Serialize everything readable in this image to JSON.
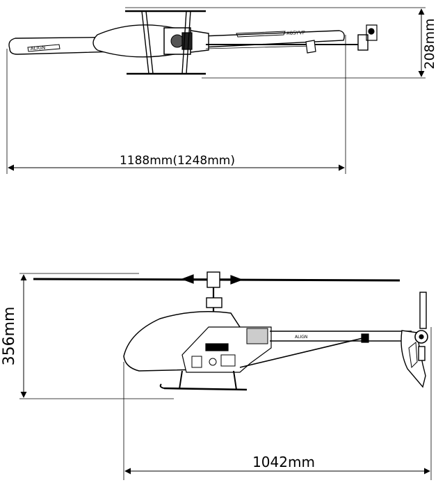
{
  "top_view": {
    "width_label": "208mm",
    "length_label": "1188mm(1248mm)",
    "blade_mark_left": "ALIGN",
    "blade_mark_right": "X8SYVP"
  },
  "side_view": {
    "height_label": "356mm",
    "length_label": "1042mm",
    "boom_mark": "ALIGN"
  }
}
